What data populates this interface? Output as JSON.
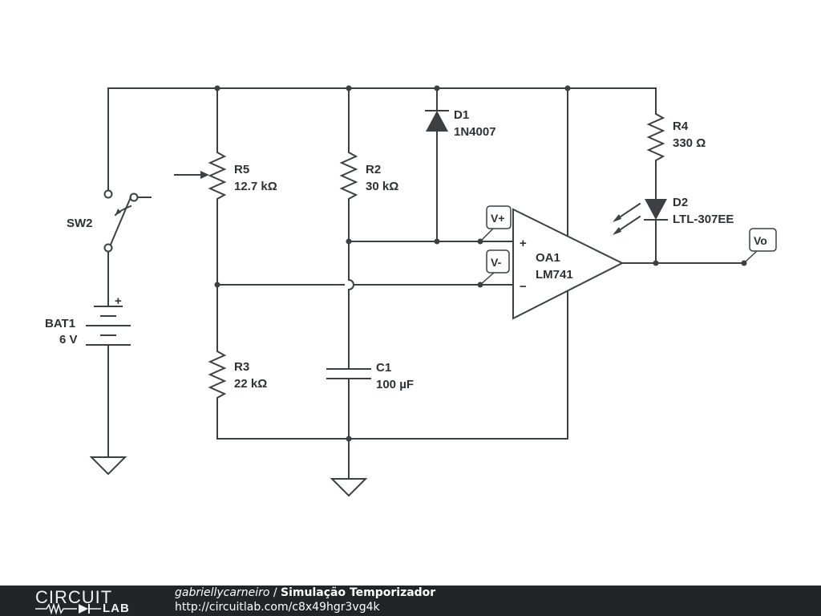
{
  "components": {
    "R5": {
      "ref": "R5",
      "value": "12.7 kΩ"
    },
    "R2": {
      "ref": "R2",
      "value": "30 kΩ"
    },
    "R3": {
      "ref": "R3",
      "value": "22 kΩ"
    },
    "R4": {
      "ref": "R4",
      "value": "330 Ω"
    },
    "D1": {
      "ref": "D1",
      "value": "1N4007"
    },
    "D2": {
      "ref": "D2",
      "value": "LTL-307EE"
    },
    "C1": {
      "ref": "C1",
      "value": "100 µF"
    },
    "OA1": {
      "ref": "OA1",
      "value": "LM741"
    },
    "SW2": {
      "ref": "SW2"
    },
    "BAT1": {
      "ref": "BAT1",
      "value": "6 V"
    }
  },
  "probes": {
    "vplus": "V+",
    "vminus": "V-",
    "vo": "Vo"
  },
  "opamp_pins": {
    "plus": "+",
    "minus": "−"
  },
  "battery_sign": "+",
  "footer": {
    "logo_top": "CIRCUIT",
    "logo_bottom": "LAB",
    "username": "gabriellycarneiro",
    "separator": " / ",
    "title": "Simulação Temporizador",
    "url": "http://circuitlab.com/c8x49hgr3vg4k"
  }
}
